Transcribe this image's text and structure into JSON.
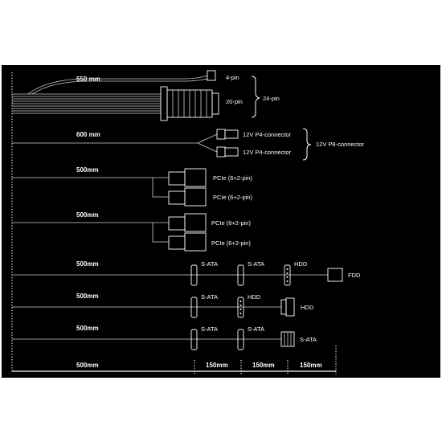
{
  "colors": {
    "background": "#000000",
    "cable": "#cfcfcf",
    "text": "#ffffff"
  },
  "rows": [
    {
      "length": "550 mm",
      "labels": [
        "4-pin",
        "20-pin",
        "24-pin"
      ]
    },
    {
      "length": "600 mm",
      "labels": [
        "12V P4-connector",
        "12V P4-connector",
        "12V P8-connector"
      ]
    },
    {
      "length": "500mm",
      "labels": [
        "PCIe (6+2-pin)",
        "PCIe (6+2-pin)"
      ]
    },
    {
      "length": "500mm",
      "labels": [
        "PCIe (6+2-pin)",
        "PCIe (6+2-pin)"
      ]
    },
    {
      "length": "500mm",
      "labels": [
        "S-ATA",
        "S-ATA",
        "HDD",
        "FDD"
      ]
    },
    {
      "length": "500mm",
      "labels": [
        "S-ATA",
        "HDD",
        "HDD"
      ]
    },
    {
      "length": "500mm",
      "labels": [
        "S-ATA",
        "S-ATA",
        "S-ATA"
      ]
    }
  ],
  "ruler": [
    "500mm",
    "150mm",
    "150mm",
    "150mm"
  ]
}
